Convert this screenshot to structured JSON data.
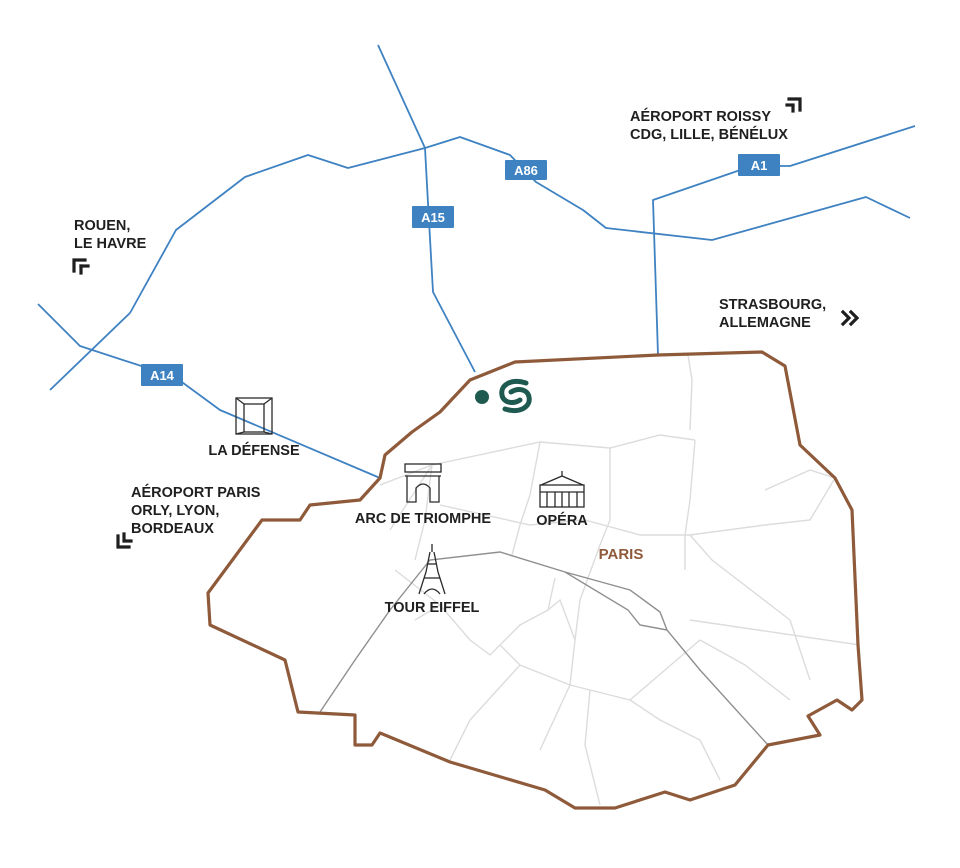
{
  "city": {
    "label": "PARIS",
    "color": "#8e5a3a"
  },
  "highways": [
    {
      "id": "a1",
      "label": "A1"
    },
    {
      "id": "a14",
      "label": "A14"
    },
    {
      "id": "a15",
      "label": "A15"
    },
    {
      "id": "a86",
      "label": "A86"
    }
  ],
  "destinations": {
    "roissy": {
      "line1": "AÉROPORT ROISSY",
      "line2": "CDG, LILLE, BÉNÉLUX",
      "direction": "north-east"
    },
    "rouen": {
      "line1": "ROUEN,",
      "line2": "LE HAVRE",
      "direction": "north-west"
    },
    "strasbourg": {
      "line1": "STRASBOURG,",
      "line2": "ALLEMAGNE",
      "direction": "east"
    },
    "orly": {
      "line1": "AÉROPORT PARIS",
      "line2": "ORLY, LYON,",
      "line3": "BORDEAUX",
      "direction": "south-west"
    }
  },
  "landmarks": {
    "defense": {
      "label": "LA DÉFENSE",
      "icon": "la-defense-arch-icon"
    },
    "arc": {
      "label": "ARC DE TRIOMPHE",
      "icon": "arc-de-triomphe-icon"
    },
    "opera": {
      "label": "OPÉRA",
      "icon": "opera-building-icon"
    },
    "eiffel": {
      "label": "TOUR EIFFEL",
      "icon": "eiffel-tower-icon"
    }
  },
  "colors": {
    "highway": "#3f82c2",
    "boundary": "#8e5a3a",
    "streets": "#dcdcdc",
    "seine": "#8f8f8f",
    "marker": "#1e5a50"
  },
  "location_marker": {
    "icon": "company-logo-icon"
  }
}
